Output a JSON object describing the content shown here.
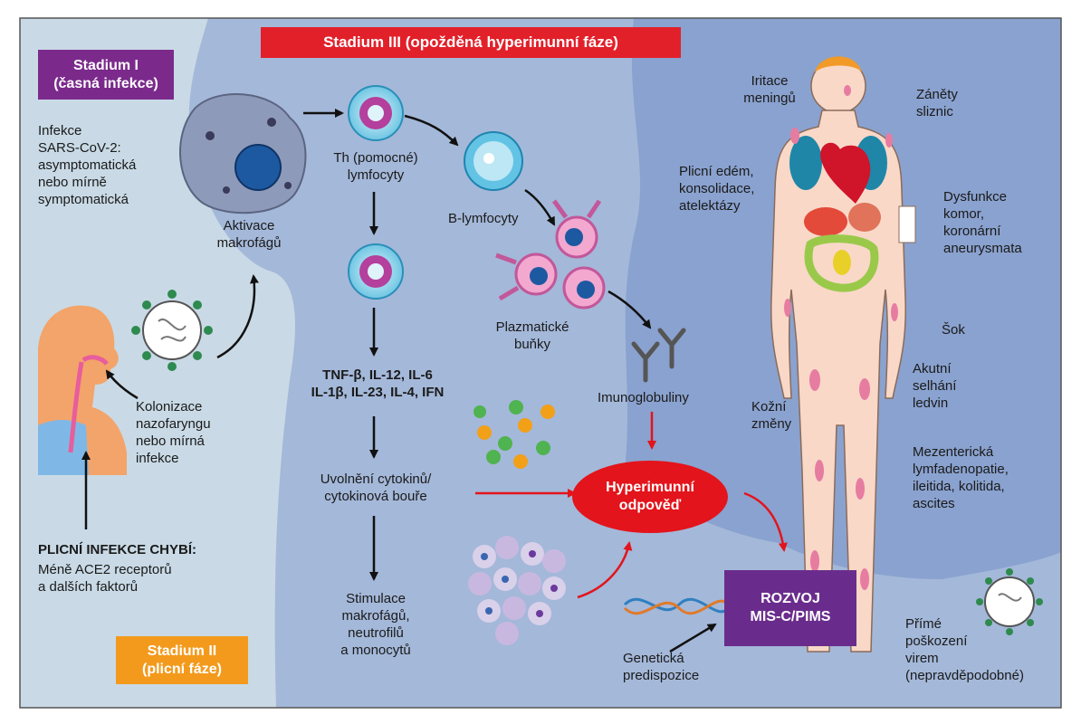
{
  "stages": {
    "stage1": "Stadium I\n(časná infekce)",
    "stage2": "Stadium II\n(plicní fáze)",
    "stage3": "Stadium III (opožděná hyperimunní fáze)"
  },
  "left": {
    "infection": "Infekce\nSARS-CoV-2:\nasymptomatická\nnebo mírně\nsymptomatická",
    "colonization": "Kolonizace\nnazofaryngu\nnebo mírná\ninfekce",
    "lung_title": "PLICNÍ INFEKCE CHYBÍ:",
    "lung_text": "Méně ACE2 receptorů\na dalších faktorů"
  },
  "middle": {
    "macrophage": "Aktivace\nmakrofágů",
    "th": "Th (pomocné)\nlymfocyty",
    "b_cells": "B-lymfocyty",
    "plasma": "Plazmatické\nbuňky",
    "immunoglobulins": "Imunoglobuliny",
    "cytokines": "TNF-β, IL-12, IL-6\nIL-1β, IL-23, IL-4, IFN",
    "storm": "Uvolnění cytokinů/\ncytokinová bouře",
    "stimulation": "Stimulace\nmakrofágů,\nneutrofilů\na monocytů",
    "hyperimmune": "Hyperimunní\nodpověď",
    "genetic": "Genetická\npredispozice",
    "misc": "ROZVOJ\nMIS-C/PIMS"
  },
  "body_labels": {
    "meninges": "Iritace\nmeningů",
    "mucosa": "Záněty\nsliznic",
    "edema": "Plicní edém,\nkonsolidace,\natelektázy",
    "heart": "Dysfunkce\nkomor,\nkoronární\naneurysmata",
    "shock": "Šok",
    "kidney": "Akutní\nselhání\nledvin",
    "skin": "Kožní\nzměny",
    "mesenteric": "Mezenterická\nlymfadenopatie,\nileitida, kolitida,\nascites",
    "virus_damage": "Přímé\npoškození\nvirem\n(nepravděpodobné)"
  },
  "colors": {
    "stage1": "#7b2a8c",
    "stage2": "#f39a1c",
    "stage3": "#e2202a",
    "hyperimmune": "#e3141b",
    "misc": "#6a2c8c"
  }
}
